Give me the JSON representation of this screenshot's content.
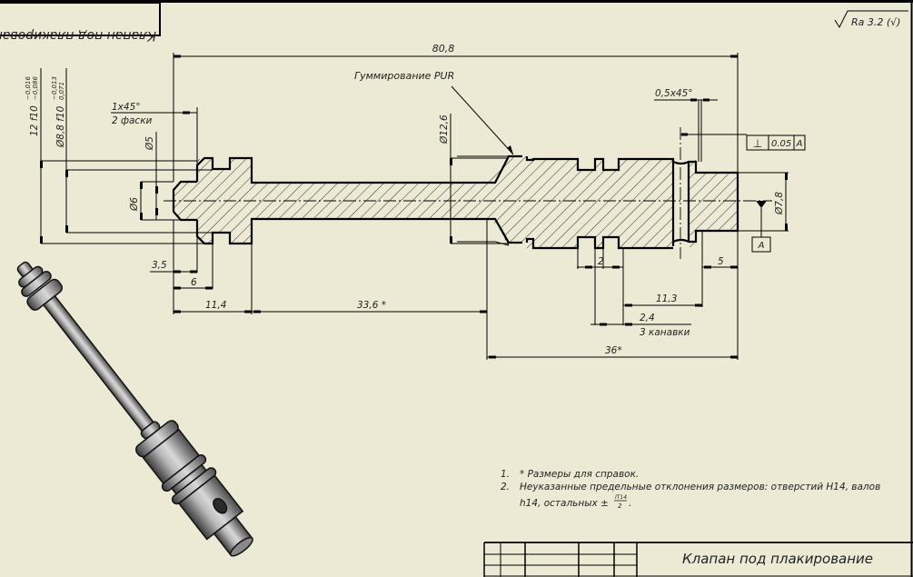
{
  "sheet": {
    "mirrored_title": "Клапан под плакирование",
    "surface_roughness": "Ra 3.2 (√)",
    "colors": {
      "background": "#ecead5",
      "ink": "#000000"
    }
  },
  "drawing": {
    "leader_note": "Гуммирование PUR",
    "dimensions": {
      "overall_length": "80,8",
      "dia_12_f10": "12 f10",
      "dia_12_tol_upper": "−0,016",
      "dia_12_tol_lower": "−0,086",
      "dia_8_8_f10": "Ø8,8 f10",
      "dia_8_8_tol_upper": "−0,013",
      "dia_8_8_tol_lower": "0,071",
      "chamfer_left": "1x45°",
      "chamfer_left_note": "2 фаски",
      "dia_5": "Ø5",
      "dia_6": "Ø6",
      "dia_12_6": "Ø12,6",
      "chamfer_right": "0,5x45°",
      "dia_7_8": "Ø7,8",
      "len_3_5": "3,5",
      "len_6": "6",
      "len_11_4": "11,4",
      "len_33_6": "33,6 *",
      "len_2": "2",
      "len_5": "5",
      "len_11_3": "11,3",
      "len_2_4": "2,4",
      "grooves_note": "3 канавки",
      "len_36": "36*"
    },
    "tolerance_frame": {
      "symbol": "⊥",
      "value": "0.05",
      "datum": "A"
    },
    "datum_label": "A"
  },
  "notes": [
    {
      "num": "1.",
      "text": "* Размеры для справок."
    },
    {
      "num": "2.",
      "text": "Неуказанные предельные отклонения размеров: отверстий H14, валов"
    },
    {
      "num": "",
      "text": "h14, остальных ±",
      "fraction_num": "IT14",
      "fraction_den": "2",
      "suffix": "."
    }
  ],
  "title_block": {
    "title": "Клапан под плакирование"
  }
}
